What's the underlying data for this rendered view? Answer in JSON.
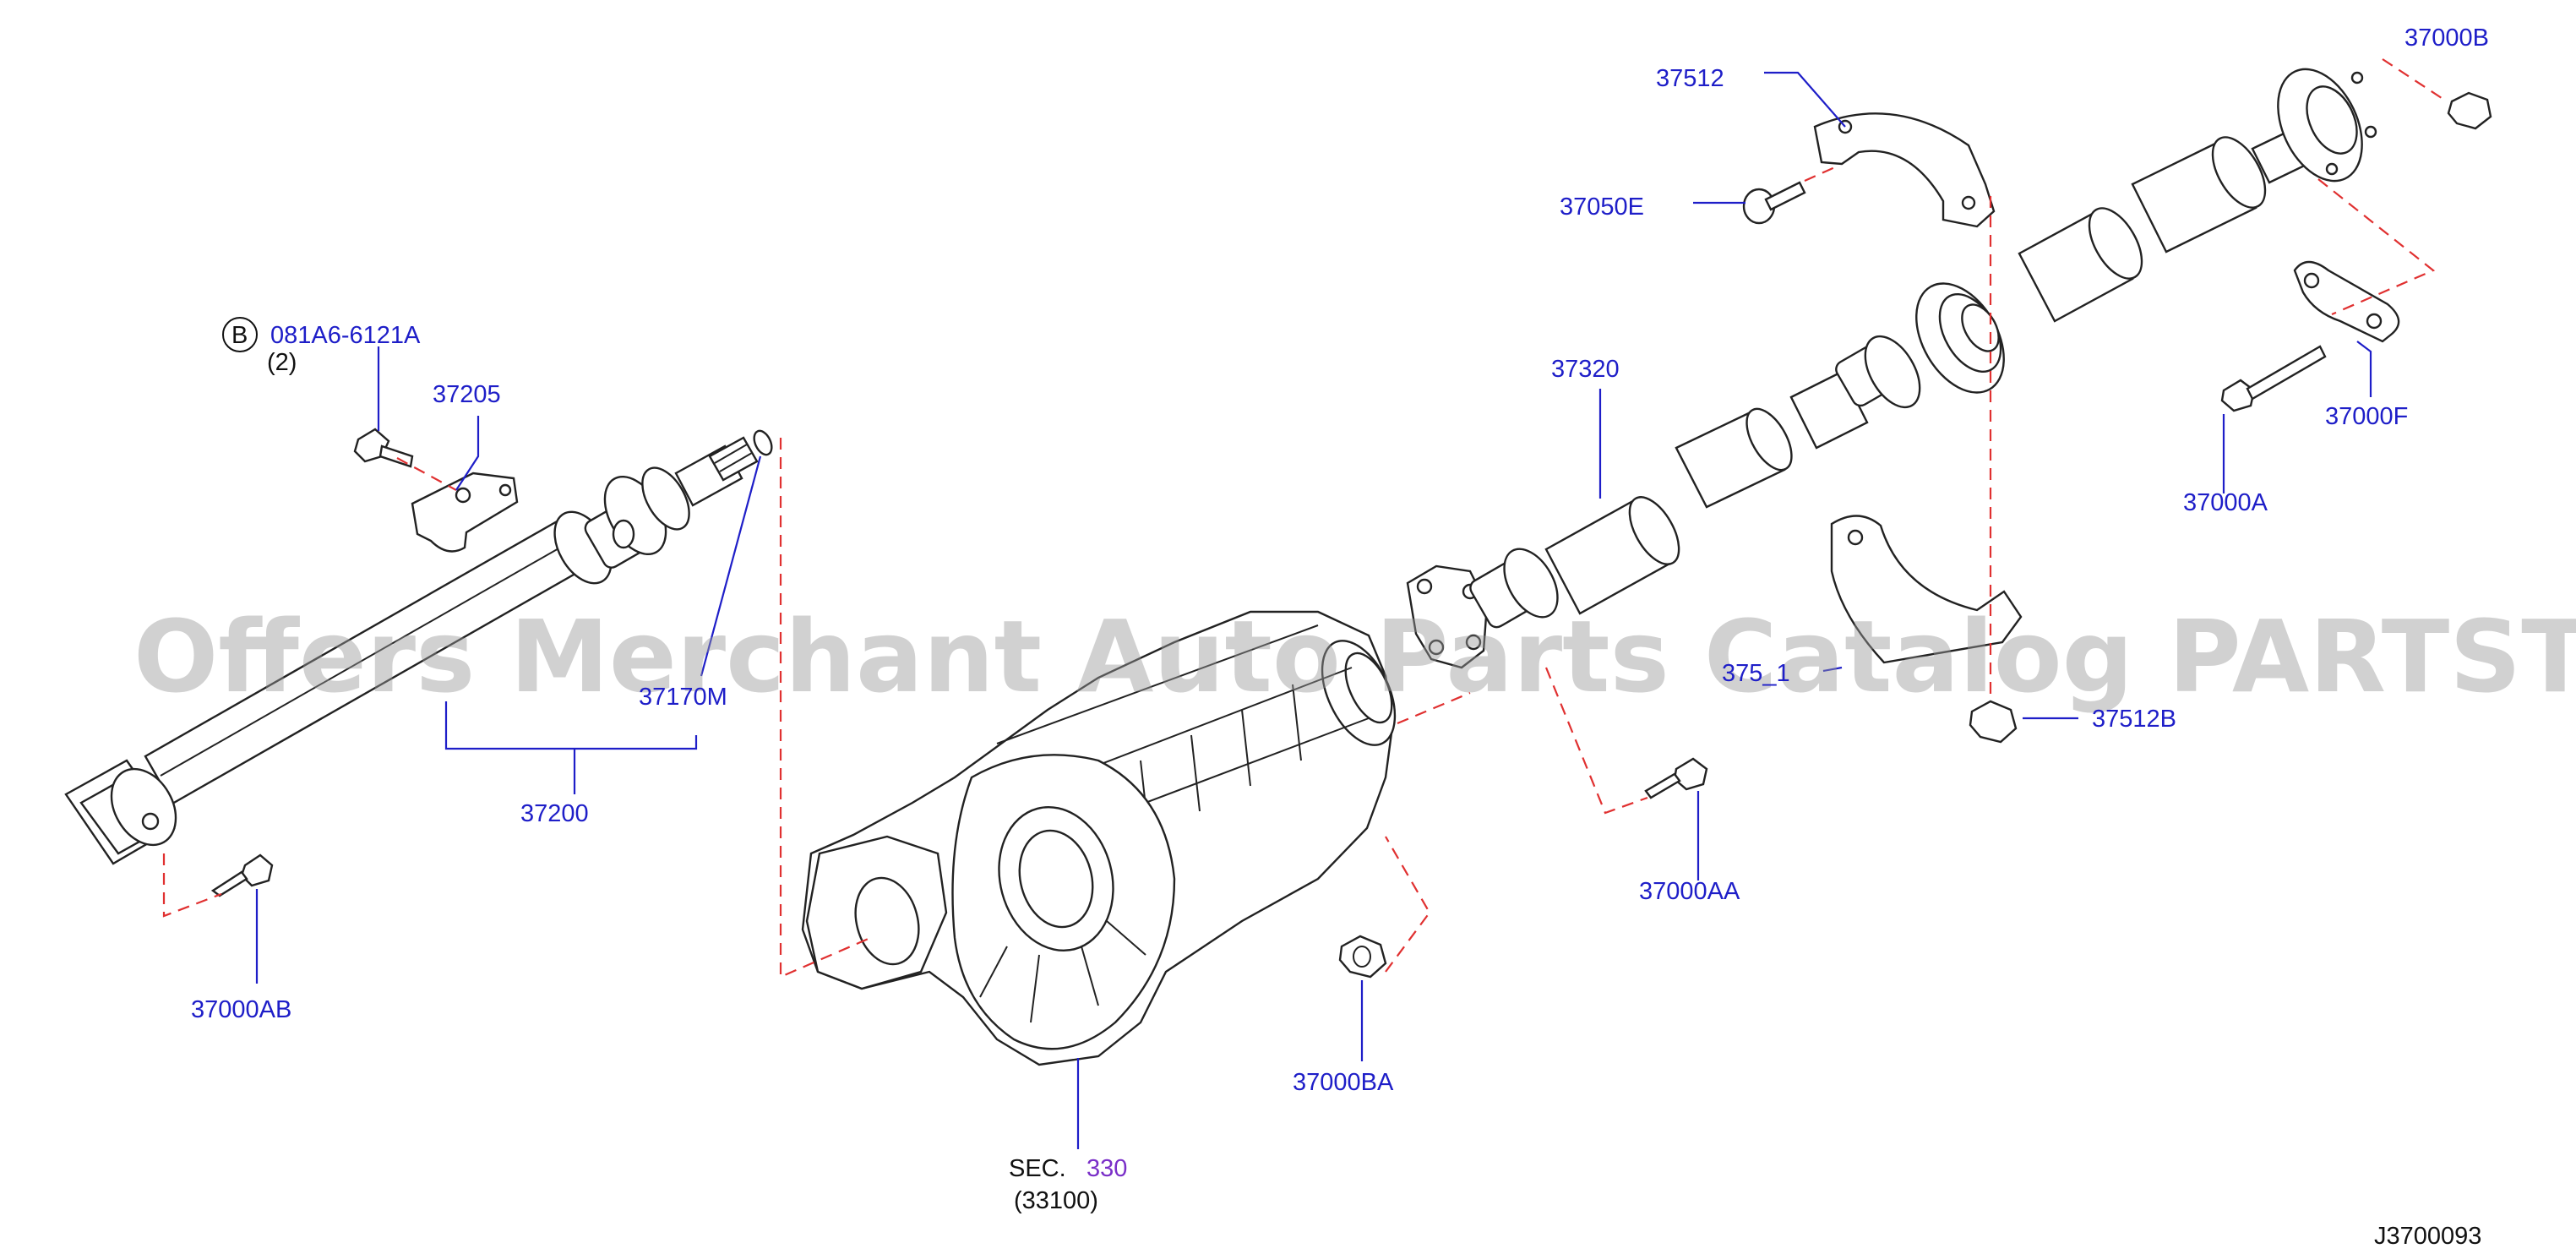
{
  "diagram_id": "J3700093",
  "watermark": "Offers Merchant Auto Parts Catalog PARTSTORE.SA",
  "callouts": {
    "p37512": "37512",
    "p37000B": "37000B",
    "p37050E": "37050E",
    "bolt_marker": "B",
    "bolt_code": "081A6-6121A",
    "bolt_qty": "(2)",
    "p37205": "37205",
    "p37320": "37320",
    "p37000F": "37000F",
    "p37000A": "37000A",
    "p37170M": "37170M",
    "p37200": "37200",
    "p375_1": "375_1",
    "p37512B": "37512B",
    "p37000AA": "37000AA",
    "p37000AB": "37000AB",
    "p37000BA": "37000BA",
    "sec_prefix": "SEC.",
    "sec_number": "330",
    "sec_sub": "(33100)"
  }
}
